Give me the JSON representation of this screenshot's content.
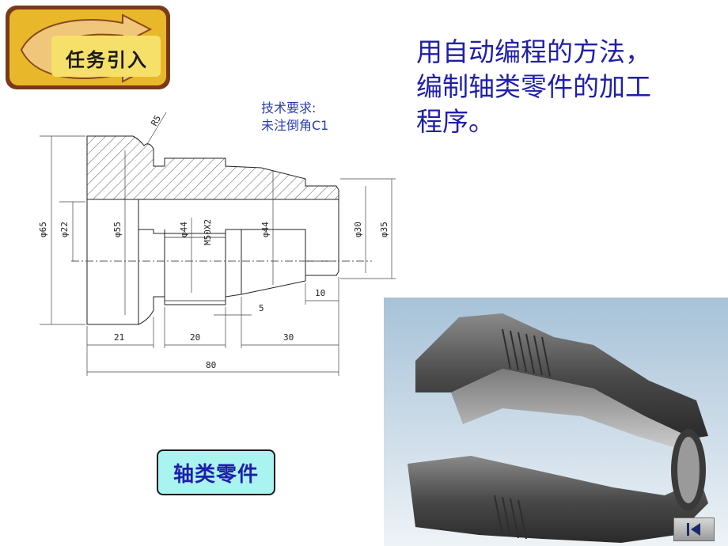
{
  "badge": {
    "label": "任务引入"
  },
  "title": {
    "lines": [
      "用自动编程的方法，",
      "编制轴类零件的加工",
      "程序。"
    ]
  },
  "tech_requirements": {
    "line1": "技术要求:",
    "line2": "未注倒角C1"
  },
  "drawing": {
    "radius_label": "R5",
    "thread_label": "M50X2",
    "diameters": {
      "d65": "φ65",
      "d22": "φ22",
      "d55": "φ55",
      "d44a": "φ44",
      "d44b": "φ44",
      "d30": "φ30",
      "d35": "φ35"
    },
    "lengths": {
      "l21": "21",
      "l20": "20",
      "l30": "30",
      "l80": "80",
      "l10": "10",
      "l5": "5"
    }
  },
  "part_label": "轴类零件",
  "nav": {
    "icon": "first-page-icon"
  },
  "colors": {
    "title": "#1f1fa8",
    "badge_bg": "#e8b82a",
    "badge_frame": "#7a3a16",
    "label_bg": "#a9f3f1"
  }
}
